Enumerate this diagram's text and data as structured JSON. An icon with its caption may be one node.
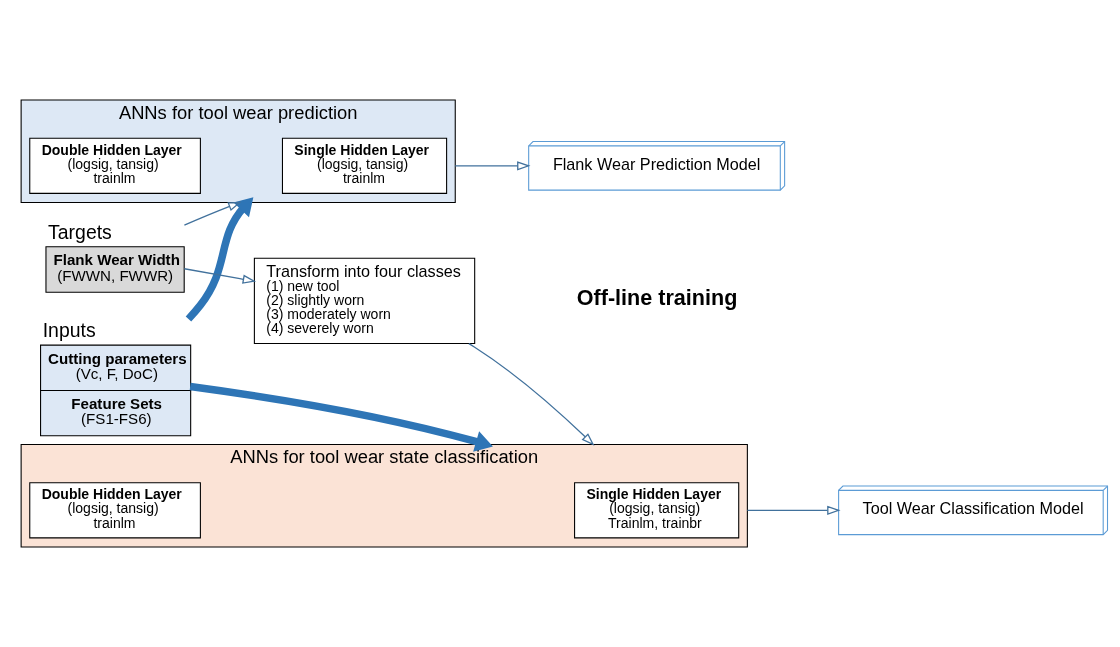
{
  "diagram": {
    "nodes": [
      {
        "text": [
          "Inputs",
          "Cutting parameters",
          "(Vc, F, DoC)",
          "Feature Sets",
          "(FS1-FS6)"
        ]
      },
      {
        "text": [
          "Targets",
          "Flank Wear Width",
          "(FWWN, FWWR)"
        ]
      },
      {
        "text": [
          "Transform into four classes",
          "(1) new tool",
          "(2) slightly worn",
          "(3) moderately worn",
          "(4) severely worn"
        ]
      },
      {
        "text": [
          "ANNs for tool wear prediction"
        ]
      },
      {
        "text": [
          "Single Hidden Layer",
          "(logsig, tansig)",
          "trainlm"
        ],
        "in": 3
      },
      {
        "text": [
          "Double Hidden Layer",
          "(logsig, tansig)",
          "trainlm"
        ],
        "in": 3
      },
      {
        "text": [
          "ANNs for tool wear state classification"
        ]
      },
      {
        "text": [
          "Single Hidden Layer",
          "(logsig, tansig)",
          "Trainlm, trainbr"
        ],
        "in": 6
      },
      {
        "text": [
          "Double Hidden Layer",
          "(logsig, tansig)",
          "trainlm"
        ],
        "in": 6
      },
      {
        "text": [
          "Flank Wear Prediction Model"
        ]
      },
      {
        "text": [
          "Tool Wear Classification Model"
        ]
      }
    ],
    "edges": [
      {
        "from": 0,
        "to": 3,
        "arrow": "to",
        "style": "thick",
        "color": "#2e75b6"
      },
      {
        "from": 0,
        "to": 6,
        "arrow": "to",
        "style": "thick",
        "color": "#2e75b6"
      },
      {
        "from": 1,
        "to": 3,
        "arrow": "to"
      },
      {
        "from": 1,
        "to": 2,
        "arrow": "to"
      },
      {
        "from": 2,
        "to": 6,
        "arrow": "to"
      },
      {
        "from": 3,
        "to": 9,
        "arrow": "to"
      },
      {
        "from": 6,
        "to": 10,
        "arrow": "to"
      }
    ],
    "labels": [
      "Off-line training"
    ]
  }
}
